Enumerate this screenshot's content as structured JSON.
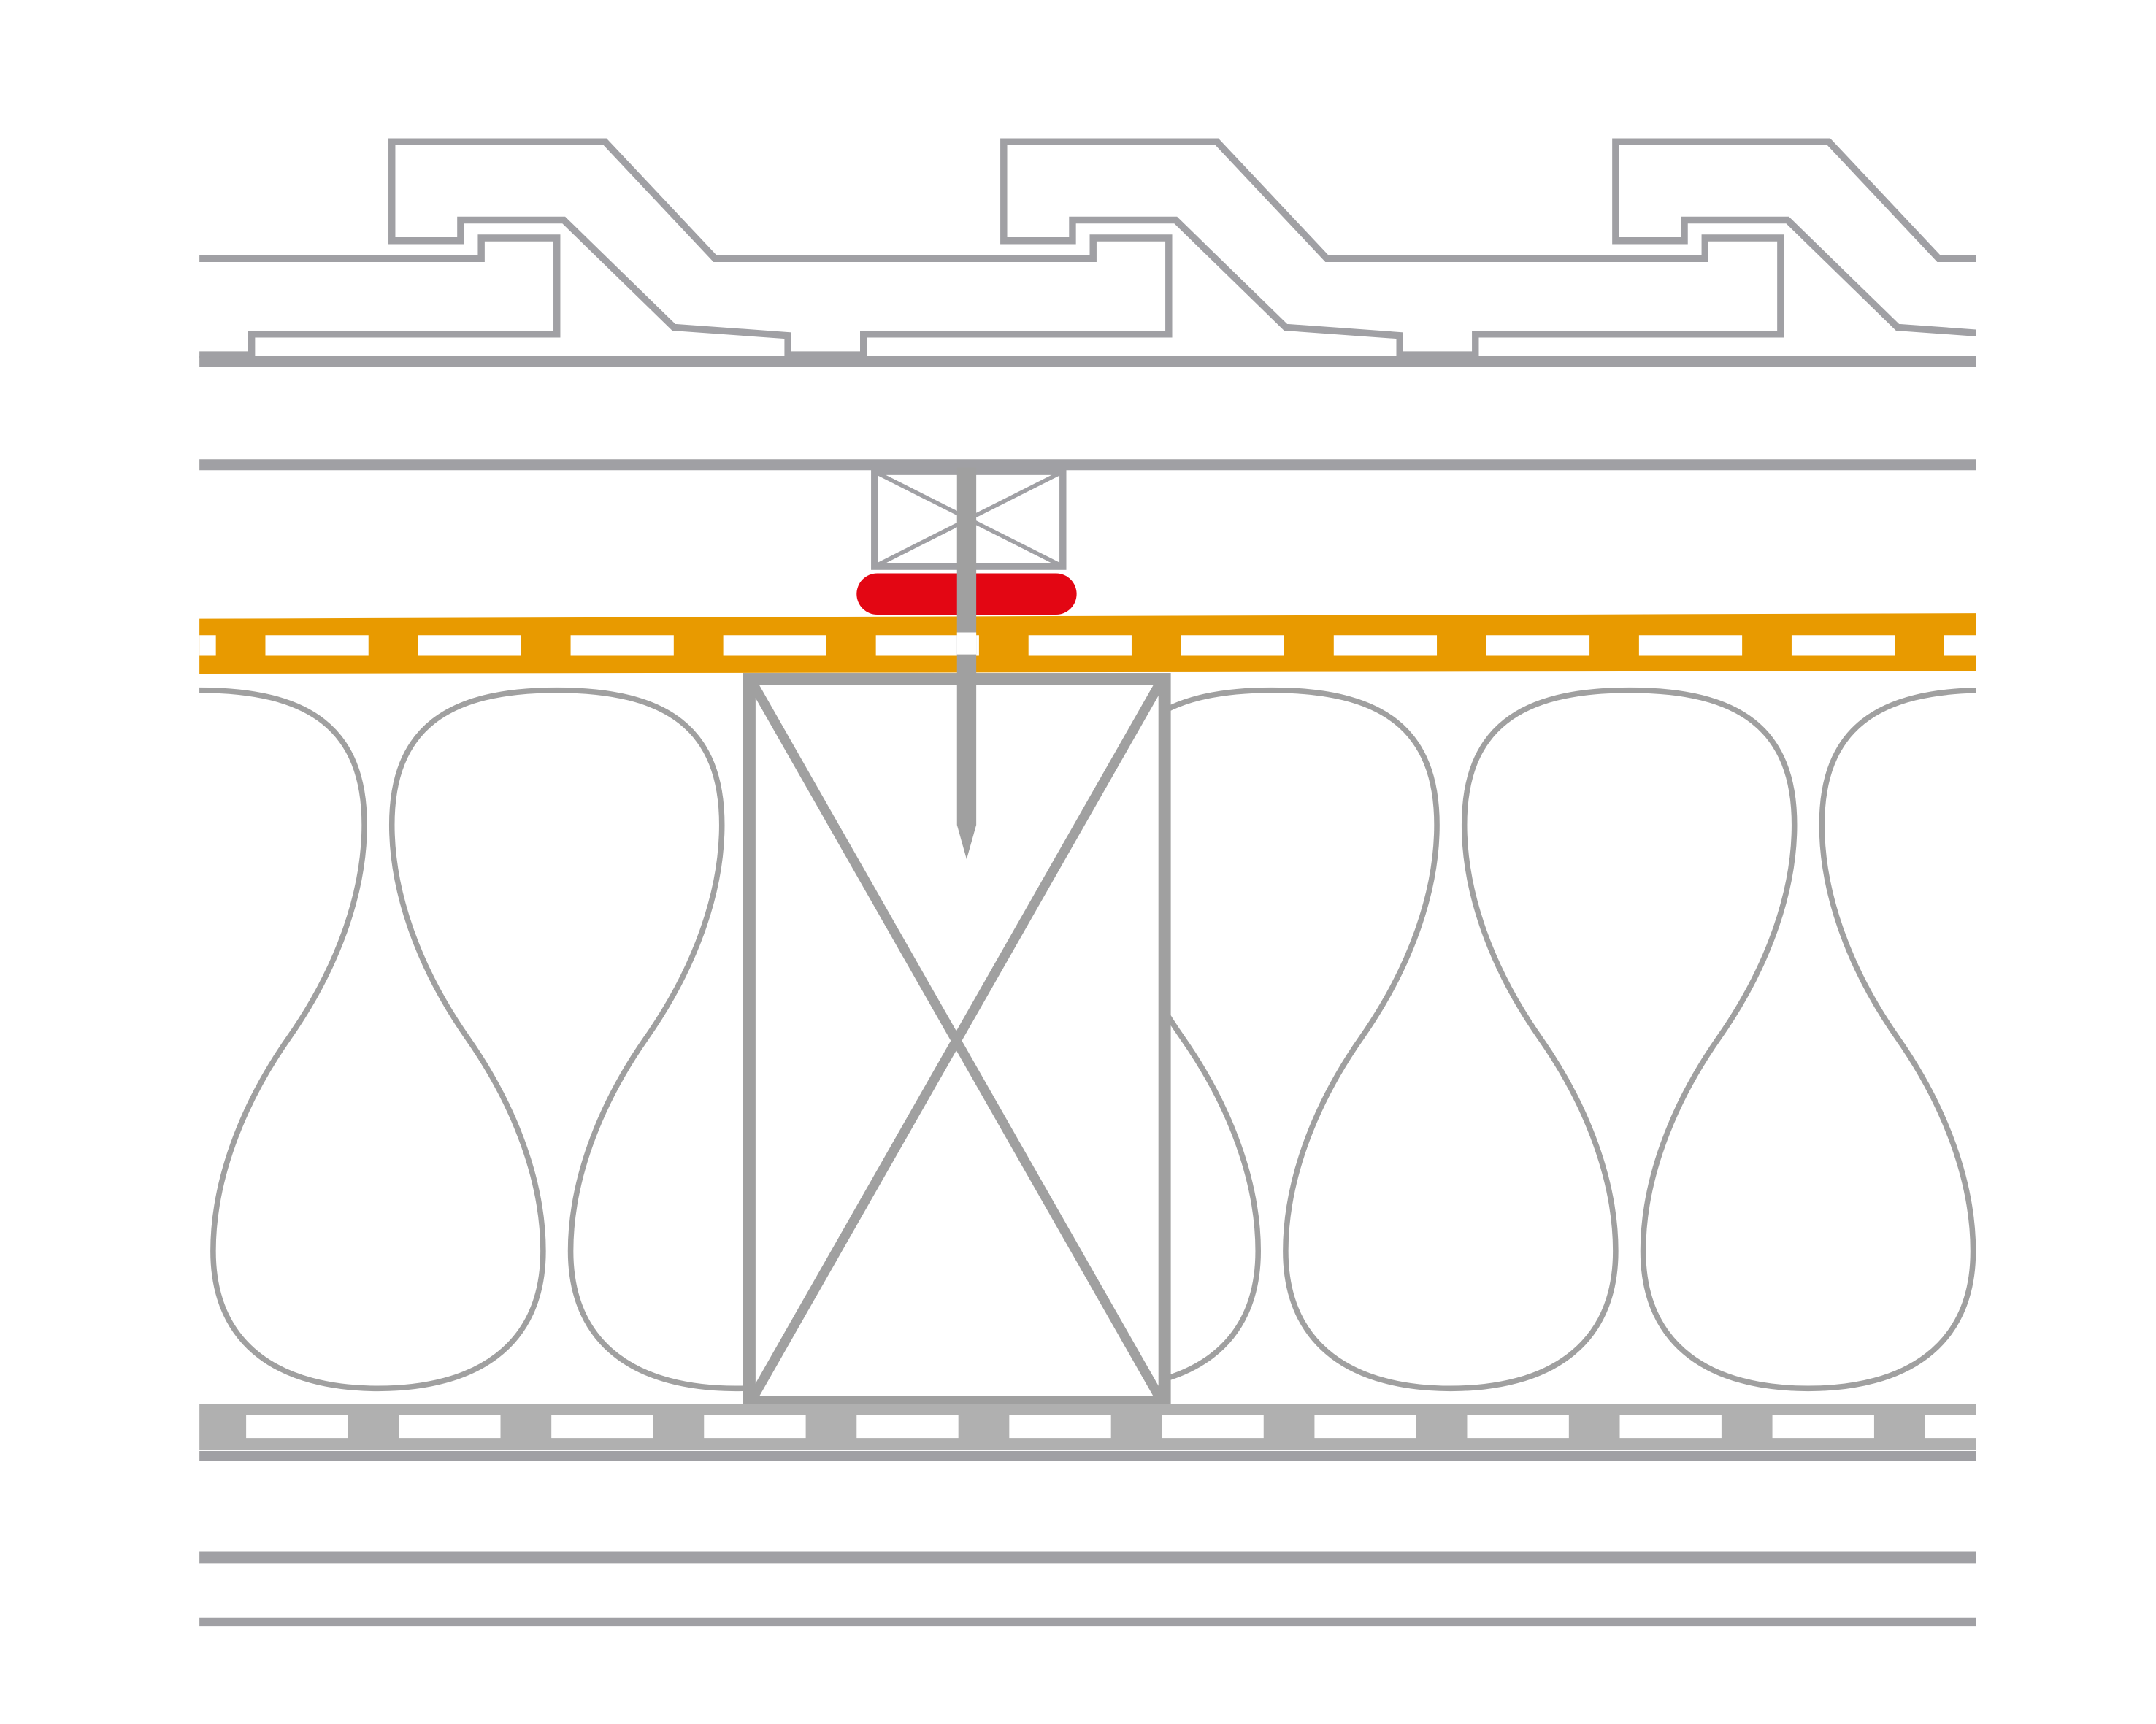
{
  "diagram": {
    "colors": {
      "line": "#a0a0a4",
      "rafter": "#a0a0a0",
      "membrane": "#e89a00",
      "seal_tape": "#e30613",
      "vapour_layer": "#b0b0b0",
      "background": "#ffffff"
    },
    "layers": [
      "roof-tiles",
      "battens",
      "counter-batten",
      "seal-tape",
      "membrane",
      "insulation",
      "rafter",
      "vapour-control-layer",
      "lining-boards"
    ]
  }
}
